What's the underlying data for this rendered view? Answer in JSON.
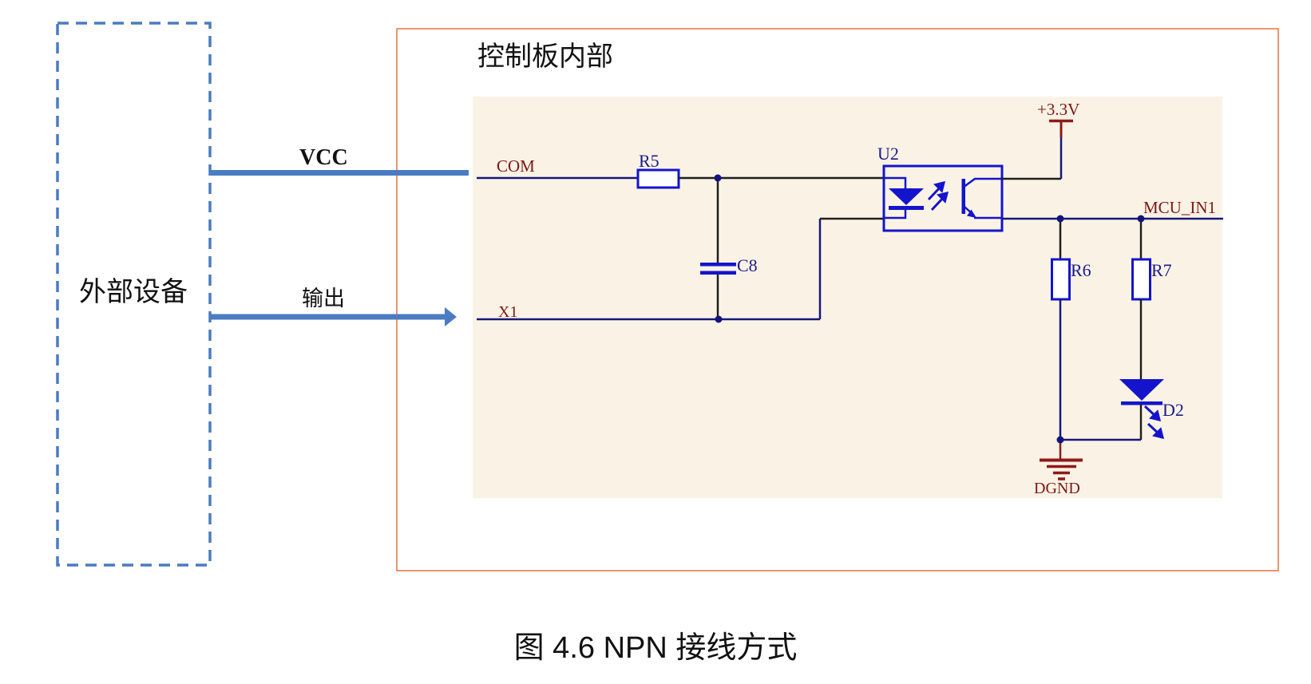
{
  "external_device": {
    "label": "外部设备"
  },
  "signals": {
    "vcc": "VCC",
    "output": "输出"
  },
  "control_board": {
    "title": "控制板内部"
  },
  "net_labels": {
    "com": "COM",
    "x1": "X1",
    "power_rail": "+3.3V",
    "mcu_input": "MCU_IN1",
    "digital_ground": "DGND"
  },
  "component_labels": {
    "input_resistor": "R5",
    "filter_capacitor": "C8",
    "optocoupler": "U2",
    "pull_resistor_1": "R6",
    "pull_resistor_2": "R7",
    "indicator_led": "D2"
  },
  "caption": "图 4.6 NPN 接线方式",
  "colors": {
    "connector_blue": "#4a7cc2",
    "board_border_orange": "#e8794e",
    "schematic_background": "#faf3e5",
    "component_blue": "#1414cc",
    "wire_navy": "#17177c",
    "wire_black": "#1f1f1f",
    "net_label_red": "#7d1616",
    "power_symbol_red": "#8f1a1a",
    "component_label_navy": "#1b1b8c"
  }
}
